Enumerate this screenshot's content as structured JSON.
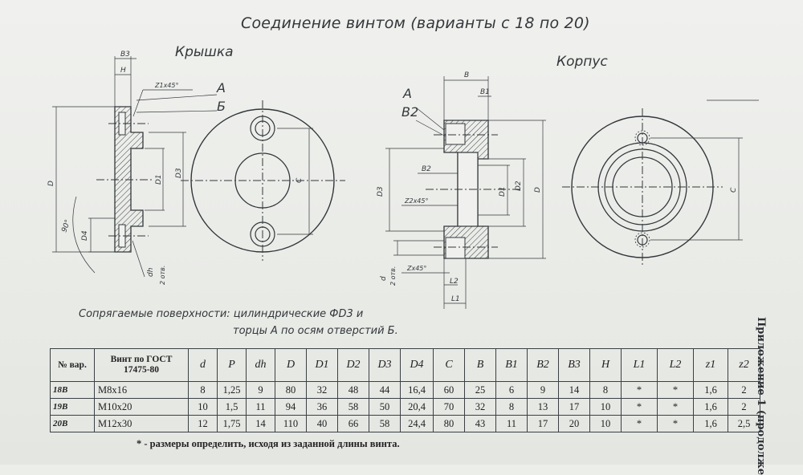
{
  "title": "Соединение винтом (варианты с 18 по 20)",
  "labels": {
    "kryshka": "Крышка",
    "korpus": "Корпус",
    "A": "А",
    "B": "Б",
    "A2": "А",
    "B2": "B2",
    "B3": "B3",
    "H": "H",
    "z1x45": "Z1x45°",
    "angle90": "90°",
    "D": "D",
    "D1": "D1",
    "D3": "D3",
    "D4": "D4",
    "dh": "dh",
    "dh2": "2 отв.",
    "C": "C",
    "C2": "C",
    "Bk": "B",
    "B1": "B1",
    "z2x45": "Z2x45°",
    "zx45": "Zx45°",
    "d": "d",
    "d2": "2 отв.",
    "L1": "L1",
    "L2": "L2",
    "D2": "D2",
    "D1k": "D1",
    "D3k": "D3",
    "Dk": "D"
  },
  "notes": {
    "line1": "Сопрягаемые поверхности: цилиндрические ФD3 и",
    "line2": "торцы А по осям отверстий Б."
  },
  "side_text": "Приложение 1 (продолже",
  "table": {
    "headers": [
      "№ вар.",
      "Винт по ГОСТ 17475-80",
      "d",
      "P",
      "dh",
      "D",
      "D1",
      "D2",
      "D3",
      "D4",
      "C",
      "B",
      "B1",
      "B2",
      "B3",
      "H",
      "L1",
      "L2",
      "z1",
      "z2"
    ],
    "rows": [
      [
        "18В",
        "М8х16",
        "8",
        "1,25",
        "9",
        "80",
        "32",
        "48",
        "44",
        "16,4",
        "60",
        "25",
        "6",
        "9",
        "14",
        "8",
        "*",
        "*",
        "1,6",
        "2"
      ],
      [
        "19В",
        "М10х20",
        "10",
        "1,5",
        "11",
        "94",
        "36",
        "58",
        "50",
        "20,4",
        "70",
        "32",
        "8",
        "13",
        "17",
        "10",
        "*",
        "*",
        "1,6",
        "2"
      ],
      [
        "20В",
        "М12х30",
        "12",
        "1,75",
        "14",
        "110",
        "40",
        "66",
        "58",
        "24,4",
        "80",
        "43",
        "11",
        "17",
        "20",
        "10",
        "*",
        "*",
        "1,6",
        "2,5"
      ]
    ]
  },
  "footnote": "* - размеры определить, исходя из заданной длины винта."
}
